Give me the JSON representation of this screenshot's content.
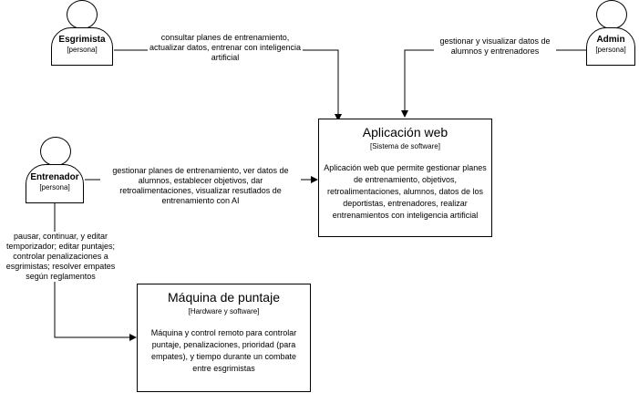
{
  "actors": {
    "esgrimista": {
      "name": "Esgrimista",
      "type": "[persona]"
    },
    "admin": {
      "name": "Admin",
      "type": "[persona]"
    },
    "entrenador": {
      "name": "Entrenador",
      "type": "[persona]"
    }
  },
  "systems": {
    "aplicacion": {
      "title": "Aplicación web",
      "type": "[Sistema de software]",
      "description": "Aplicación web que permite gestionar planes de entrenamiento, objetivos, retroalimentaciones, alumnos, datos de los deportistas, entrenadores, realizar entrenamientos con inteligencia artificial"
    },
    "maquina": {
      "title": "Máquina de puntaje",
      "type": "[Hardware y software]",
      "description": "Máquina y control remoto para controlar puntaje, penalizaciones, prioridad (para empates), y tiempo durante un combate entre esgrimistas"
    }
  },
  "relationships": {
    "esgrimista_app": "consultar planes de entrenamiento, actualizar datos, entrenar con inteligencia artificial",
    "admin_app": "gestionar y visualizar datos de alumnos y entrenadores",
    "entrenador_app": "gestionar planes de entrenamiento, ver datos de alumnos, establecer objetivos, dar retroalimentaciones, visualizar resutlados de entrenamiento con AI",
    "entrenador_maquina": "pausar, continuar, y editar temporizador; editar puntajes; controlar penalizaciones a esgrimistas; resolver empates según reglamentos"
  }
}
